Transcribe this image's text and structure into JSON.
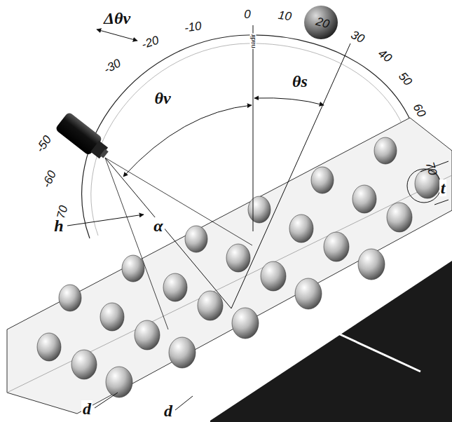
{
  "diagram": {
    "labels": [
      "Δθv",
      "0",
      "10",
      "20",
      "30",
      "40",
      "50",
      "60",
      "70",
      "-10",
      "-20",
      "-30",
      "-50",
      "-60",
      "-70",
      "nadir",
      "θv",
      "θs",
      "h",
      "α",
      "t",
      "d",
      "d"
    ]
  }
}
